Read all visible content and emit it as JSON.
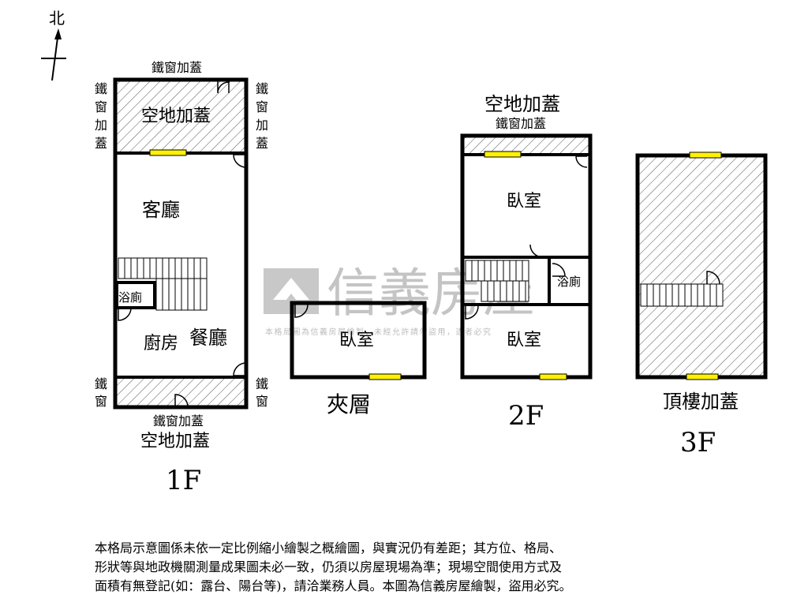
{
  "compass": {
    "label": "北"
  },
  "watermark": {
    "brand": "信義房屋",
    "notice": "本格局圖為信義房屋繪製，未經允許請勿盜用，違者必究"
  },
  "floors": {
    "f1": {
      "label": "1F",
      "rooms": {
        "front_yard": "空地加蓋",
        "living": "客廳",
        "bath": "浴廁",
        "kitchen": "廚房",
        "dining": "餐廳",
        "back_yard": "空地加蓋"
      },
      "notes": {
        "top": "鐵窗加蓋",
        "left_top": [
          "鐵",
          "窗",
          "加",
          "蓋"
        ],
        "right_top": [
          "鐵",
          "窗",
          "加",
          "蓋"
        ],
        "left_bottom": [
          "鐵",
          "窗"
        ],
        "right_bottom": [
          "鐵",
          "窗"
        ],
        "bottom": "鐵窗加蓋"
      }
    },
    "mezz": {
      "label": "夾層",
      "rooms": {
        "bedroom": "臥室"
      }
    },
    "f2": {
      "label": "2F",
      "heading": "空地加蓋",
      "subheading": "鐵窗加蓋",
      "rooms": {
        "bedroom_top": "臥室",
        "bath": "浴廁",
        "bedroom_bottom": "臥室"
      }
    },
    "f3": {
      "label": "3F",
      "heading": "頂樓加蓋"
    }
  },
  "disclaimer": {
    "lines": [
      "本格局示意圖係未依一定比例縮小繪製之概繪圖，與實況仍有差距；其方位、格局、",
      "形狀等與地政機關測量成果圖未必一致，仍須以房屋現場為準；現場空間使用方式及",
      "面積有無登記(如：露台、陽台等)，請洽業務人員。本圖為信義房屋繪製，盜用必究。"
    ]
  },
  "colors": {
    "wall": "#000000",
    "window": "#fff200",
    "hatch": "#555555",
    "watermark": "#c4c4c4"
  }
}
